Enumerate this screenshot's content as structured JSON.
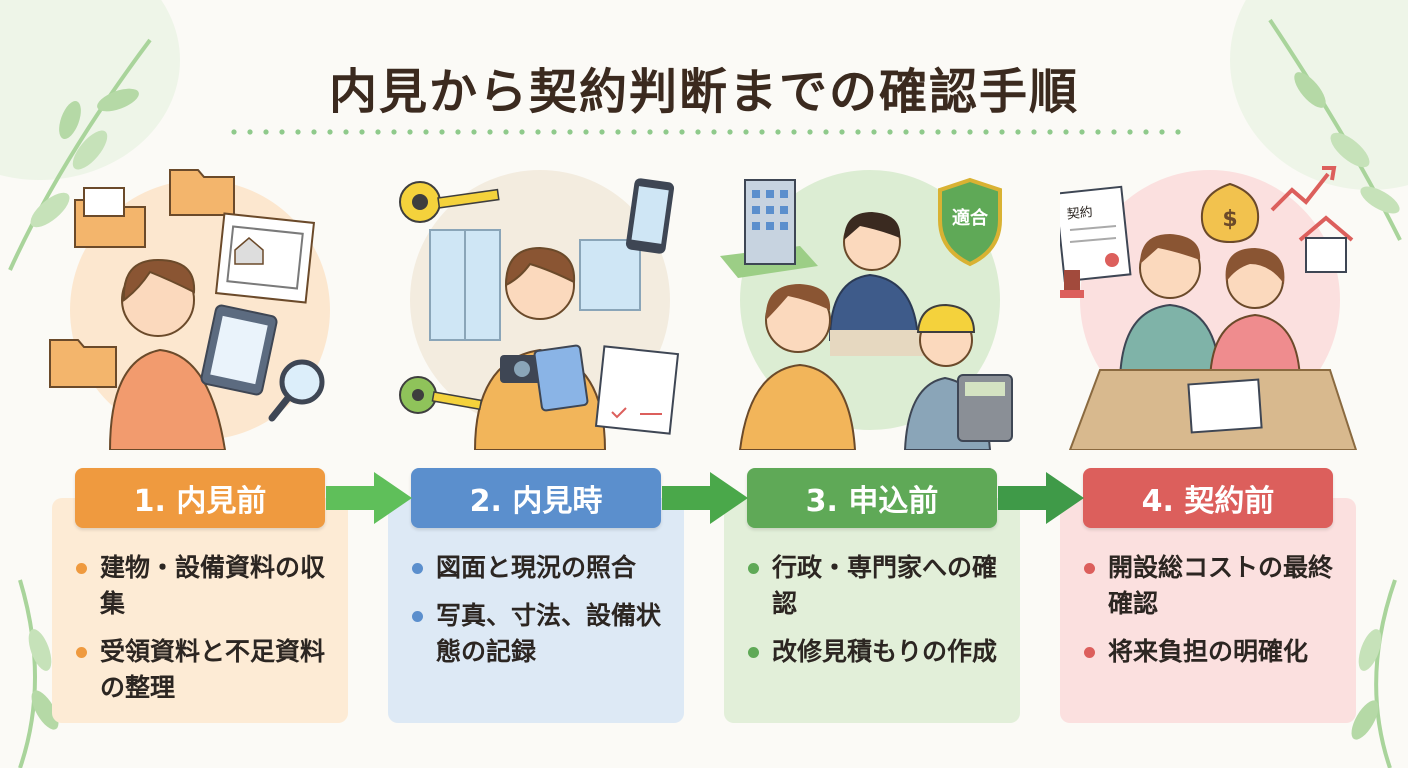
{
  "title": "内見から契約判断までの確認手順",
  "steps": [
    {
      "label": "1. 内見前",
      "color": "#ef9a3f",
      "items": [
        "建物・設備資料の収集",
        "受領資料と不足資料の整理"
      ]
    },
    {
      "label": "2. 内見時",
      "color": "#5b8fcd",
      "items": [
        "図面と現況の照合",
        "写真、寸法、設備状態の記録"
      ]
    },
    {
      "label": "3. 申込前",
      "color": "#5fa957",
      "items": [
        "行政・専門家への確認",
        "改修見積もりの作成"
      ]
    },
    {
      "label": "4. 契約前",
      "color": "#dc5f5c",
      "items": [
        "開設総コストの最終確認",
        "将来負担の明確化"
      ]
    }
  ],
  "illustration_text": {
    "badge": "適合",
    "document": "契約"
  },
  "icons": [
    "folder-icon",
    "tablet-icon",
    "magnifier-icon",
    "tape-measure-icon",
    "smartphone-icon",
    "camera-icon",
    "clipboard-icon",
    "building-icon",
    "shield-icon",
    "calculator-icon",
    "money-bag-icon",
    "trend-arrow-icon",
    "house-icon",
    "stamp-icon"
  ]
}
